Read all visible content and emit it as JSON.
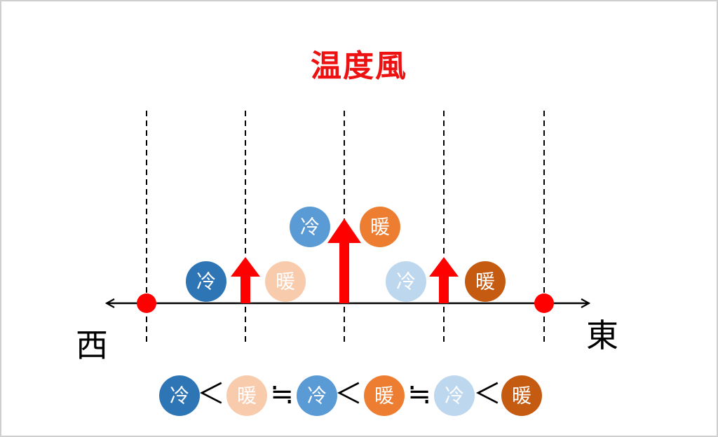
{
  "title": "温度風",
  "directions": {
    "west": "西",
    "east": "東"
  },
  "labels": {
    "cold": "冷",
    "warm": "暖"
  },
  "colors": {
    "title": "#ee1111",
    "arrow": "#ff0000",
    "cold_dark": "#2e75b6",
    "cold_mid": "#5b9bd5",
    "cold_light": "#bdd7ee",
    "warm_light": "#f8cbad",
    "warm_mid": "#ed7d31",
    "warm_dark": "#c55a11"
  },
  "relation": {
    "items": [
      {
        "label": "冷",
        "color": "#2e75b6"
      },
      {
        "symbol": "＜"
      },
      {
        "label": "暖",
        "color": "#f8cbad"
      },
      {
        "symbol": "≒"
      },
      {
        "label": "冷",
        "color": "#5b9bd5"
      },
      {
        "symbol": "＜"
      },
      {
        "label": "暖",
        "color": "#ed7d31"
      },
      {
        "symbol": "≒"
      },
      {
        "label": "冷",
        "color": "#bdd7ee"
      },
      {
        "symbol": "＜"
      },
      {
        "label": "暖",
        "color": "#c55a11"
      }
    ]
  }
}
